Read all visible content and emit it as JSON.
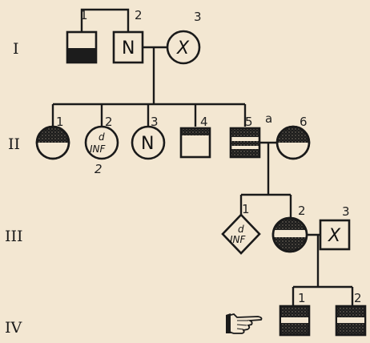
{
  "generations": [
    "I",
    "II",
    "III",
    "IV"
  ],
  "individuals": {
    "I1": {
      "number": "1",
      "symbol": "square",
      "marking": "lower half shaded"
    },
    "I2": {
      "number": "2",
      "symbol": "square",
      "mark": "N"
    },
    "I3": {
      "number": "3",
      "symbol": "circle",
      "mark": "X"
    },
    "II1": {
      "number": "1",
      "symbol": "circle",
      "marking": "upper half shaded"
    },
    "II2": {
      "number": "2",
      "symbol": "circle",
      "lines": [
        "d",
        "INF"
      ],
      "count": "2"
    },
    "II3": {
      "number": "3",
      "symbol": "circle",
      "mark": "N"
    },
    "II4": {
      "number": "4",
      "symbol": "square",
      "marking": "top band shaded"
    },
    "II5": {
      "number": "5",
      "suffix": "a",
      "symbol": "square",
      "marking": "banded shaded"
    },
    "II6": {
      "number": "6",
      "symbol": "circle",
      "marking": "upper half shaded"
    },
    "III1": {
      "number": "1",
      "symbol": "diamond",
      "lines": [
        "d",
        "INF"
      ]
    },
    "III2": {
      "number": "2",
      "symbol": "circle",
      "marking": "shaded with white band"
    },
    "III3": {
      "number": "3",
      "symbol": "square",
      "mark": "X"
    },
    "IV1": {
      "number": "1",
      "symbol": "square",
      "marking": "shaded with white band",
      "proband": true
    },
    "IV2": {
      "number": "2",
      "symbol": "square",
      "marking": "shaded with white band"
    }
  },
  "icons": {
    "proband": "pointing-hand-icon"
  },
  "colors": {
    "background": "#f3e7d2",
    "ink": "#1a1a1a"
  }
}
